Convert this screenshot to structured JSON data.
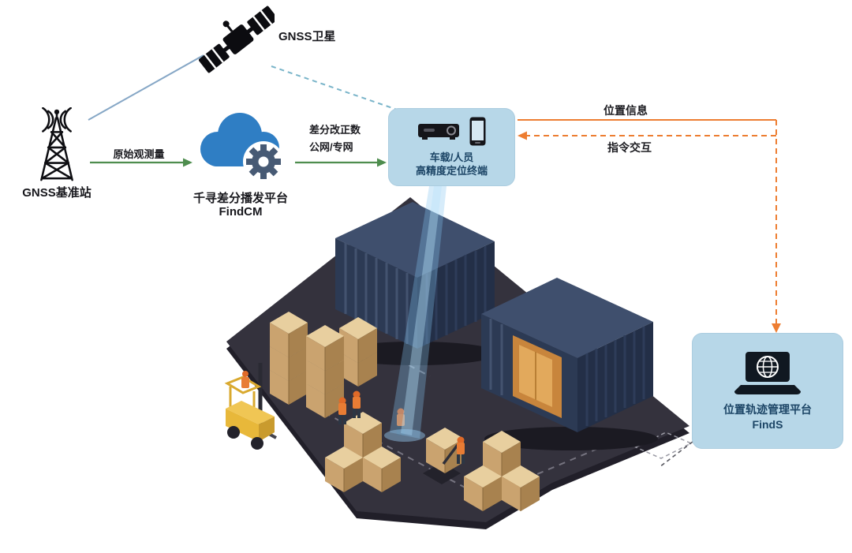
{
  "nodes": {
    "satellite": {
      "label": "GNSS卫星"
    },
    "base_station": {
      "label": "GNSS基准站"
    },
    "cloud": {
      "line1": "千寻差分播发平台",
      "line2": "FindCM"
    },
    "terminal": {
      "line1": "车载/人员",
      "line2": "高精度定位终端"
    },
    "finds": {
      "line1": "位置轨迹管理平台",
      "line2": "FindS"
    }
  },
  "edges": {
    "raw_observation": {
      "label": "原始观测量"
    },
    "diff_correction": {
      "line1": "差分改正数",
      "line2": "公网/专网"
    },
    "position_info": {
      "label": "位置信息"
    },
    "command_interaction": {
      "label": "指令交互"
    }
  },
  "icons": {
    "satellite": "satellite-icon",
    "base_station": "radio-tower-icon",
    "cloud": "cloud-gear-icon",
    "terminal": "receiver-and-phone-icon",
    "finds": "laptop-globe-icon"
  },
  "colors": {
    "panel_bg": "#b7d7e8",
    "panel_text": "#1c4566",
    "green_arrow": "#4e8d4e",
    "orange_arrow": "#ed7d31",
    "satellite_link": "#86a7c6",
    "satellite_dashed_link": "#79b4c9",
    "cloud_blue": "#2f7ec4",
    "gear_blue": "#475a74",
    "platform_dark": "#34323d",
    "container_navy": "#2c3a54",
    "box_tan": "#caa36f",
    "forklift_yellow": "#e8b83a",
    "beam_blue": "rgba(130,195,240,0.32)"
  }
}
